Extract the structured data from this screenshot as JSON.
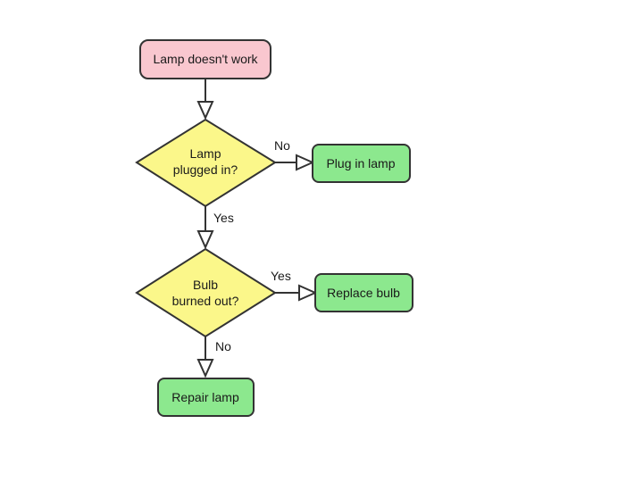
{
  "colors": {
    "start_fill": "#f9c7cf",
    "decision_fill": "#fbf78a",
    "action_fill": "#8ce88e",
    "stroke": "#333333"
  },
  "nodes": {
    "start": {
      "label": "Lamp doesn't work"
    },
    "decision1": {
      "line1": "Lamp",
      "line2": "plugged in?"
    },
    "action_plug": {
      "label": "Plug in lamp"
    },
    "decision2": {
      "line1": "Bulb",
      "line2": "burned out?"
    },
    "action_replace": {
      "label": "Replace bulb"
    },
    "action_repair": {
      "label": "Repair lamp"
    }
  },
  "edges": {
    "d1_no": "No",
    "d1_yes": "Yes",
    "d2_yes": "Yes",
    "d2_no": "No"
  }
}
